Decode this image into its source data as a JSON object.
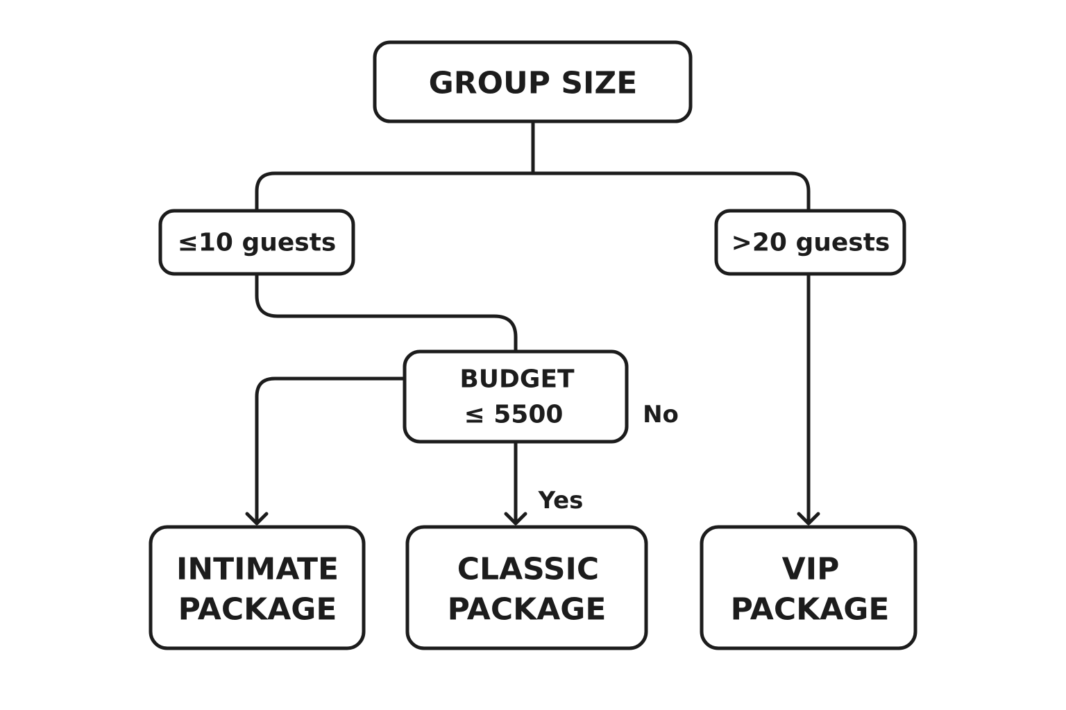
{
  "colors": {
    "stroke": "#1c1c1c",
    "background": "#ffffff"
  },
  "nodes": {
    "root": {
      "label": "GROUP SIZE"
    },
    "small_group": {
      "label": "≤10 guests"
    },
    "large_group": {
      "label": ">20 guests"
    },
    "budget": {
      "line1": "BUDGET",
      "line2": "≤ 5500"
    },
    "intimate": {
      "line1": "INTIMATE",
      "line2": "PACKAGE"
    },
    "classic": {
      "line1": "CLASSIC",
      "line2": "PACKAGE"
    },
    "vip": {
      "line1": "VIP",
      "line2": "PACKAGE"
    }
  },
  "edges": {
    "budget_yes": "Yes",
    "budget_no": "No"
  }
}
